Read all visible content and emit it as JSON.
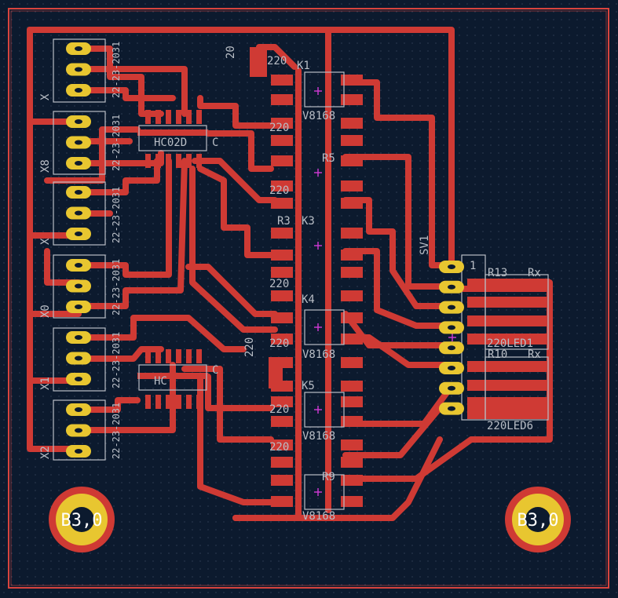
{
  "colors": {
    "background": "#0c1a2e",
    "grid": "#4a5a72",
    "copper": "#cf3a34",
    "pad_gold": "#e8c630",
    "silkscreen": "#b9bec6",
    "outline": "#d7443e",
    "via_mark": "#d23ad6",
    "text_white": "#ffffff"
  },
  "mounting_holes": [
    {
      "label": "B3,0"
    },
    {
      "label": "B3,0"
    }
  ],
  "connectors": {
    "left_headers": [
      {
        "ref": "X",
        "pins": 3
      },
      {
        "ref": "X8",
        "pins": 3
      },
      {
        "ref": "X",
        "pins": 3
      },
      {
        "ref": "X0",
        "pins": 3
      },
      {
        "ref": "X1",
        "pins": 3
      },
      {
        "ref": "X2",
        "pins": 3
      }
    ],
    "left_header_values": [
      "22-23-2031",
      "22-23-2031",
      "22-23-2031",
      "22-23-2031",
      "22-23-2031",
      "22-23-2031"
    ],
    "sv1": {
      "ref": "SV1",
      "pin1": "1",
      "pins": 8
    }
  },
  "ic_labels": [
    {
      "text": "HC02D",
      "suffix": "C"
    },
    {
      "text": "HC",
      "suffix": "C"
    }
  ],
  "silkscreen_texts": [
    {
      "text": "220"
    },
    {
      "text": "K1"
    },
    {
      "text": "220"
    },
    {
      "text": "V8168"
    },
    {
      "text": "R5"
    },
    {
      "text": "220"
    },
    {
      "text": "R3"
    },
    {
      "text": "K3"
    },
    {
      "text": "220"
    },
    {
      "text": "K4"
    },
    {
      "text": "220"
    },
    {
      "text": "V8168"
    },
    {
      "text": "K5"
    },
    {
      "text": "220"
    },
    {
      "text": "V8168"
    },
    {
      "text": "220"
    },
    {
      "text": "R9"
    },
    {
      "text": "V8168"
    },
    {
      "text": "R13"
    },
    {
      "text": "Rx"
    },
    {
      "text": "220LED1"
    },
    {
      "text": "R10"
    },
    {
      "text": "Rx"
    },
    {
      "text": "220LED6"
    },
    {
      "text": "20"
    },
    {
      "text": "220"
    }
  ]
}
